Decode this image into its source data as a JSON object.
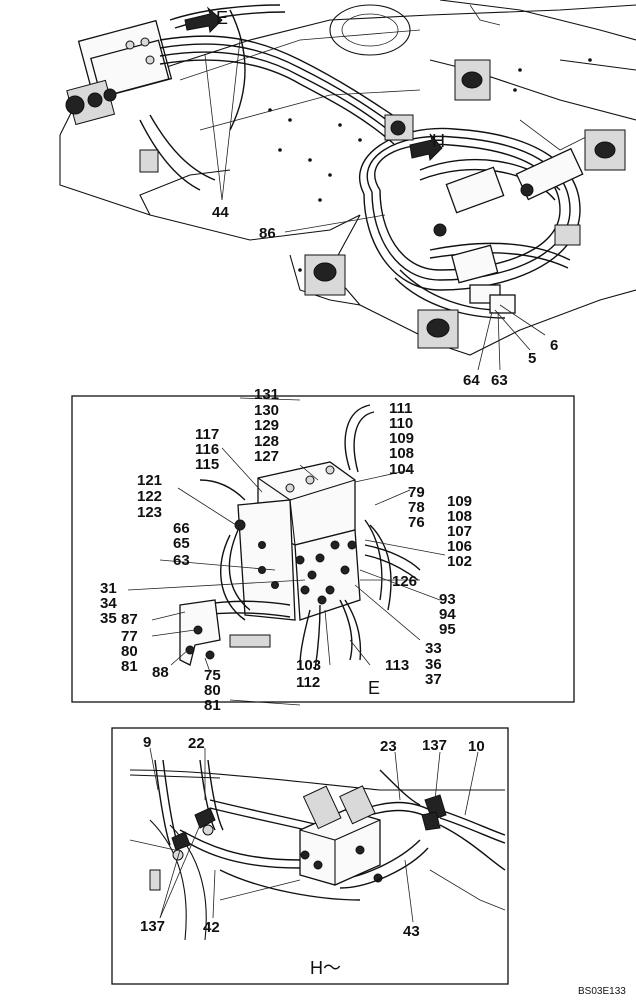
{
  "figure_code": "BS03E133",
  "top_view": {
    "view_markers": [
      "E",
      "H"
    ],
    "callouts": [
      "44",
      "86",
      "6",
      "5",
      "64",
      "63"
    ]
  },
  "detail_e": {
    "caption": "E",
    "callouts": [
      "131",
      "130",
      "129",
      "128",
      "127",
      "117",
      "116",
      "115",
      "121",
      "122",
      "123",
      "66",
      "65",
      "63",
      "31",
      "34",
      "35",
      "87",
      "77",
      "80",
      "81",
      "88",
      "75",
      "80",
      "81",
      "103",
      "112",
      "111",
      "110",
      "109",
      "108",
      "104",
      "79",
      "78",
      "76",
      "109",
      "108",
      "107",
      "106",
      "102",
      "126",
      "93",
      "94",
      "95",
      "33",
      "36",
      "37",
      "113"
    ]
  },
  "detail_h": {
    "caption": "H～",
    "callouts": [
      "9",
      "22",
      "23",
      "137",
      "10",
      "137",
      "42",
      "43"
    ]
  }
}
